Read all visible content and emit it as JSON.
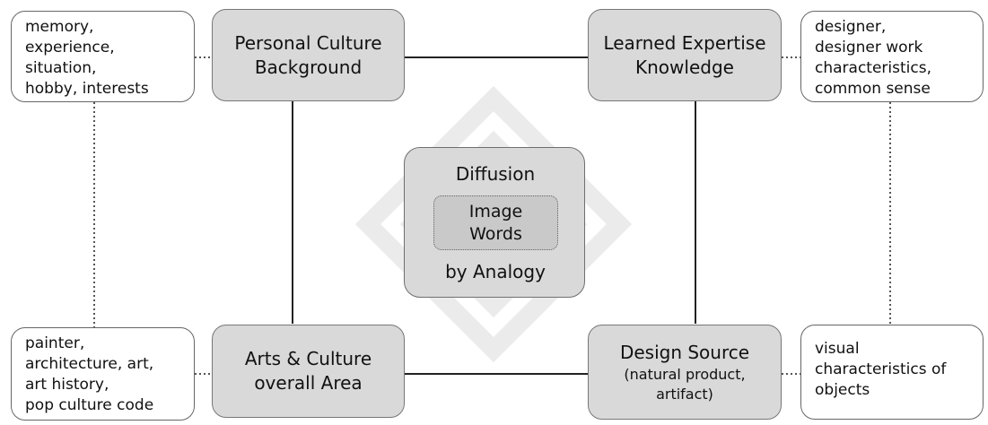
{
  "diagram": {
    "watermark_icon": "diamond-arrow-pattern-icon",
    "colors": {
      "line": "#222222",
      "dotted": "#555555",
      "gray_box": "#d9d9d9",
      "inner_box": "#c9c9c9",
      "border": "#666666"
    },
    "nodes": {
      "personal": {
        "lines": [
          "Personal Culture",
          "Background"
        ]
      },
      "learned": {
        "lines": [
          "Learned Expertise",
          "Knowledge"
        ]
      },
      "arts": {
        "lines": [
          "Arts & Culture",
          "overall Area"
        ]
      },
      "design": {
        "title": "Design Source",
        "subtitle_lines": [
          "(natural product,",
          "artifact)"
        ]
      },
      "center": {
        "top": "Diffusion",
        "inner_lines": [
          "Image",
          "Words"
        ],
        "bottom": "by Analogy"
      }
    },
    "side_notes": {
      "top_left": [
        "memory,",
        "experience,",
        "situation,",
        "hobby, interests"
      ],
      "top_right": [
        "designer,",
        "designer work",
        "characteristics,",
        "common sense"
      ],
      "bottom_left": [
        "painter,",
        "architecture, art,",
        "art history,",
        "pop culture code"
      ],
      "bottom_right": [
        "visual",
        "characteristics of",
        "objects"
      ]
    }
  }
}
